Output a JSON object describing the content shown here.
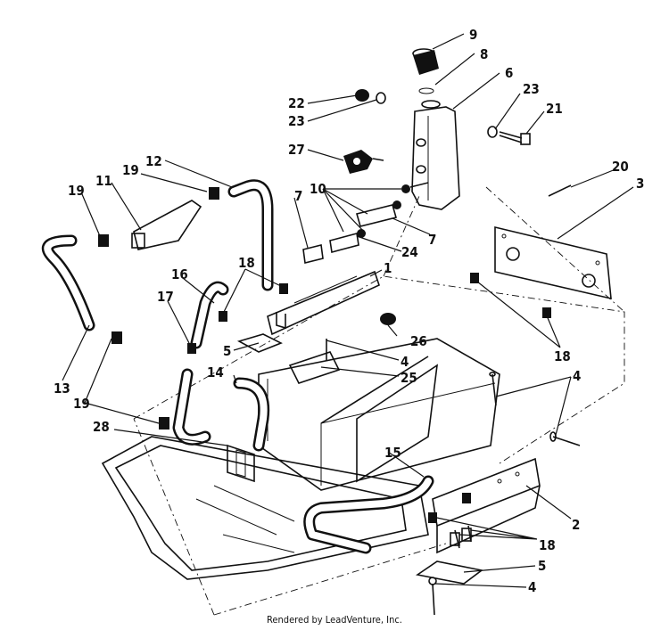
{
  "footer": "Rendered by LeadVenture, Inc.",
  "callouts": [
    "9",
    "8",
    "6",
    "22",
    "23",
    "23",
    "21",
    "27",
    "20",
    "3",
    "12",
    "19",
    "11",
    "19",
    "10",
    "7",
    "7",
    "24",
    "1",
    "18",
    "16",
    "17",
    "5",
    "26",
    "4",
    "25",
    "14",
    "13",
    "19",
    "18",
    "4",
    "28",
    "15",
    "2",
    "18",
    "5",
    "4"
  ]
}
